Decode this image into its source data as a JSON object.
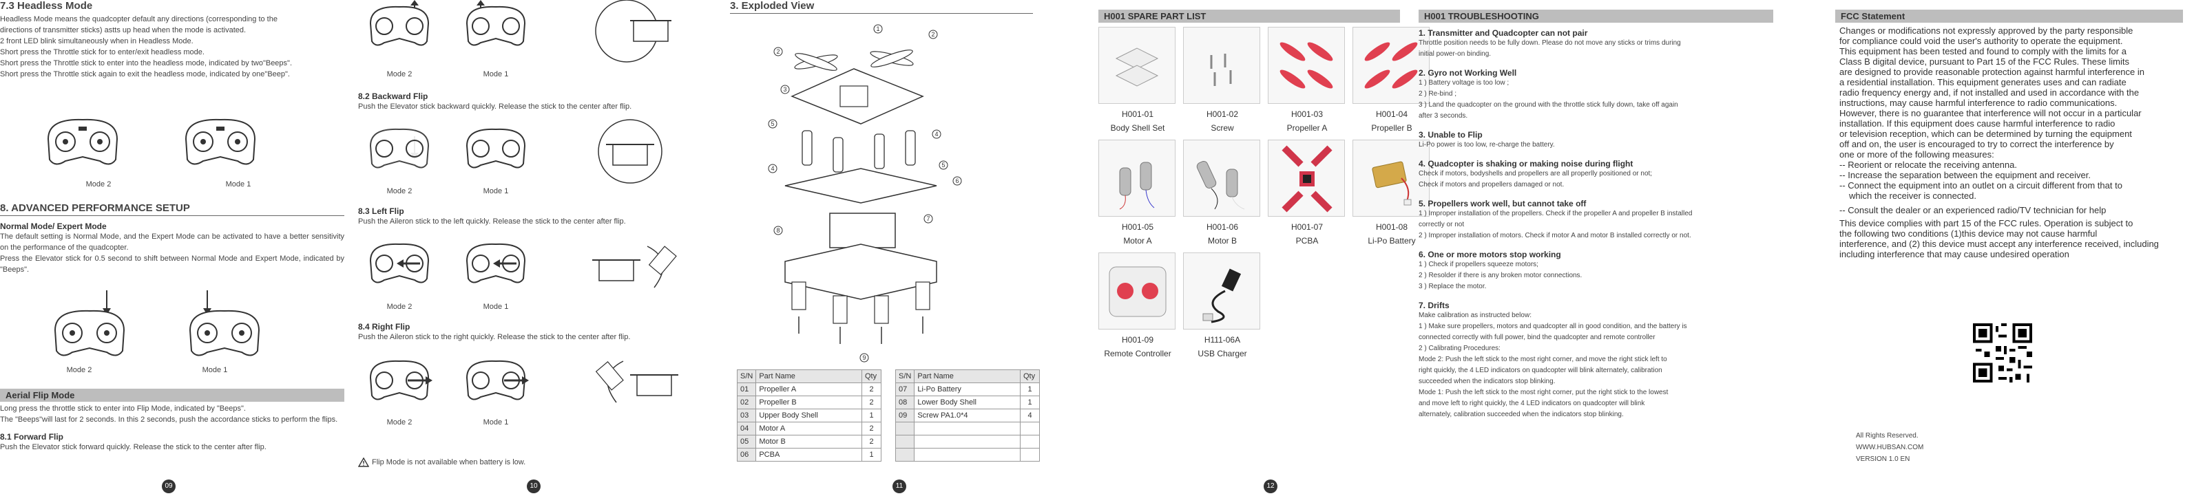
{
  "p1": {
    "headless_title": "7.3 Headless Mode",
    "headless_lines": [
      "Headless Mode means the quadcopter default any directions (corresponding to the",
      "directions of transmitter sticks) astts up head when the mode is activated.",
      "2 front LED blink simultaneously when in Headless Mode.",
      "Short press the Throttle stick for to enter/exit headless mode.",
      "Short press the Throttle stick to enter into the headless mode, indicated by two\"Beeps\".",
      "Short press the Throttle stick again to exit the headless mode, indicated by one\"Beep\"."
    ],
    "mode2": "Mode 2",
    "mode1": "Mode 1",
    "adv_title": "8. ADVANCED PERFORMANCE SETUP",
    "normal_title": "Normal Mode/ Expert Mode",
    "normal_text": "The default setting is Normal Mode, and the Expert Mode can be activated to have a better sensitivity on the performance of the quadcopter.",
    "normal_text2": "Press the Elevator stick for 0.5 second to shift between Normal Mode and Expert Mode, indicated by \"Beeps\".",
    "aerial_title": "Aerial Flip Mode",
    "aerial_text": "Long press the throttle stick to enter into Flip Mode, indicated by \"Beeps\".",
    "aerial_text2": "The \"Beeps\"will last for 2 seconds. In this 2 seconds, push the accordance sticks to perform the flips.",
    "forward_title": "8.1 Forward Flip",
    "forward_text": "Push the Elevator stick forward quickly. Release the stick to the center after flip.",
    "page": "09"
  },
  "p2": {
    "mode2": "Mode 2",
    "mode1": "Mode 1",
    "backward_title": "8.2 Backward Flip",
    "backward_text": "Push the Elevator stick backward quickly. Release the stick to the center after flip.",
    "left_title": "8.3 Left Flip",
    "left_text": "Push the Aileron stick to the left quickly. Release the stick to the center after flip.",
    "right_title": "8.4 Right Flip",
    "right_text": "Push the Aileron stick to the right quickly. Release the stick to the center after flip.",
    "warning": "Flip Mode is not available when battery is low.",
    "page": "10"
  },
  "p3": {
    "title": "3. Exploded View",
    "callouts": [
      "1",
      "2",
      "2",
      "3",
      "5",
      "4",
      "4",
      "5",
      "6",
      "7",
      "8",
      "9"
    ],
    "table_headers": [
      "S/N",
      "Part Name",
      "Qty"
    ],
    "table_left": [
      [
        "01",
        "Propeller A",
        "2"
      ],
      [
        "02",
        "Propeller B",
        "2"
      ],
      [
        "03",
        "Upper Body Shell",
        "1"
      ],
      [
        "04",
        "Motor A",
        "2"
      ],
      [
        "05",
        "Motor B",
        "2"
      ],
      [
        "06",
        "PCBA",
        "1"
      ]
    ],
    "table_right": [
      [
        "07",
        "Li-Po Battery",
        "1"
      ],
      [
        "08",
        "Lower Body Shell",
        "1"
      ],
      [
        "09",
        "Screw PA1.0*4",
        "4"
      ],
      [
        "",
        "",
        ""
      ],
      [
        "",
        "",
        ""
      ],
      [
        "",
        "",
        ""
      ]
    ],
    "page": "11"
  },
  "p4": {
    "title": "H001 SPARE PART LIST",
    "parts": [
      {
        "code": "H001-01",
        "name": "Body Shell Set"
      },
      {
        "code": "H001-02",
        "name": "Screw"
      },
      {
        "code": "H001-03",
        "name": "Propeller A"
      },
      {
        "code": "H001-04",
        "name": "Propeller B"
      },
      {
        "code": "H001-05",
        "name": "Motor A"
      },
      {
        "code": "H001-06",
        "name": "Motor B"
      },
      {
        "code": "H001-07",
        "name": "PCBA"
      },
      {
        "code": "H001-08",
        "name": "Li-Po Battery"
      },
      {
        "code": "H001-09",
        "name": "Remote Controller"
      },
      {
        "code": "H111-06A",
        "name": "USB Charger"
      }
    ]
  },
  "p5": {
    "title": "H001 TROUBLESHOOTING",
    "sections": [
      {
        "h": "1. Transmitter and Quadcopter can not pair",
        "lines": [
          "Throttle position needs to be fully down. Please do not move any sticks or trims during",
          "initial power-on binding."
        ]
      },
      {
        "h": "2. Gyro not Working Well",
        "lines": [
          "1 ) Battery voltage is too low ;",
          "2 ) Re-bind ;",
          "3 ) Land the quadcopter on the ground with the throttle stick fully down, take off again",
          "after 3 seconds."
        ]
      },
      {
        "h": "3. Unable to Flip",
        "lines": [
          "Li-Po power is too low, re-charge the battery."
        ]
      },
      {
        "h": "4. Quadcopter is shaking or making noise during flight",
        "lines": [
          "Check if motors, bodyshells and propellers are all properlly positioned or not;",
          "Check if motors and propellers damaged or not."
        ]
      },
      {
        "h": "5. Propellers work well, but cannot take off",
        "lines": [
          "1 ) Improper installation of the propellers. Check if the propeller A and propeller B installed",
          "correctly or not",
          "2 ) Improper installation of motors. Check if motor A and motor B installed correctly or not."
        ]
      },
      {
        "h": "6. One or more motors stop working",
        "lines": [
          "1 ) Check if propellers squeeze motors;",
          "2 ) Resolder if there is any broken motor connections.",
          "3 ) Replace the motor."
        ]
      },
      {
        "h": "7. Drifts",
        "lines": [
          "Make calibration as instructed below:",
          "1 ) Make sure propellers, motors and quadcopter all in good condition, and the battery is",
          "connected correctly with full power, bind the quadcopter and remote controller",
          "2 ) Calibrating Procedures:",
          "Mode 2: Push the left stick to the most right corner, and move the right stick left to",
          "right quickly, the 4 LED indicators on quadcopter will blink alternately, calibration",
          "succeeded when the indicators stop blinking.",
          "Mode 1: Push the left stick to the most right corner, put the right stick to the lowest",
          "and move left to right quickly, the 4 LED indicators on quadcopter will blink",
          "alternately, calibration succeeded when the indicators stop blinking."
        ]
      }
    ],
    "page": "12"
  },
  "p6": {
    "title": "FCC Statement",
    "lines": [
      "Changes or modifications not expressly approved by the party responsible",
      "for compliance could void the user's authority to operate the equipment.",
      "This equipment has been tested and found to comply with the limits for a",
      "Class B digital device, pursuant to Part 15 of the FCC Rules. These limits",
      "are designed to provide reasonable protection against harmful interference in",
      "a residential installation. This equipment generates uses and can radiate",
      "radio frequency energy and, if not installed and used in accordance with the",
      "instructions, may cause harmful interference to radio communications.",
      "However, there is no guarantee that interference will not occur in a particular",
      "installation. If this equipment does cause harmful interference to radio",
      "or television reception, which can be determined by turning the equipment",
      "off and on, the user is encouraged to try to correct the interference by",
      "one or more of the following measures:",
      "-- Reorient or relocate the receiving antenna.",
      "-- Increase the separation between the equipment and receiver.",
      "-- Connect the equipment into an outlet on a circuit different from that to",
      "   which the receiver is connected.",
      "-- Consult the dealer or an experienced radio/TV technician for help",
      "This device complies with part 15 of the FCC rules. Operation is subject to",
      "the following two conditions (1)this device may not cause harmful",
      "interference, and (2) this device must accept any interference received, including",
      "including interference that may cause undesired operation"
    ],
    "rights": "All Rights Reserved.",
    "website": "WWW.HUBSAN.COM",
    "version": "VERSION 1.0 EN"
  },
  "colors": {
    "bar_gray": "#bdbdbd",
    "text": "#444444",
    "page_badge": "#333333",
    "propeller_red": "#e04050"
  }
}
